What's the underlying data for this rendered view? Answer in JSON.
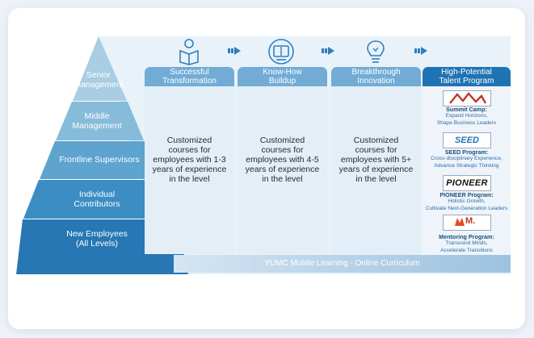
{
  "pyramid": {
    "tiers": [
      {
        "label": "Senior\nManagement"
      },
      {
        "label": "Middle\nManagement"
      },
      {
        "label": "Frontline Supervisors"
      },
      {
        "label": "Individual\nContributors"
      },
      {
        "label": "New Employees\n(All Levels)"
      }
    ]
  },
  "columns": [
    {
      "title": "Successful\nTransformation",
      "icon": "reading-person-icon",
      "text": "Customized\ncourses for\nemployees with 1-3\nyears of experience\nin the level"
    },
    {
      "title": "Know-How\nBuildup",
      "icon": "book-screen-icon",
      "text": "Customized\ncourses for\nemployees with 4-5\nyears of experience\nin the level"
    },
    {
      "title": "Breakthrough\nInnovation",
      "icon": "lightbulb-icon",
      "text": "Customized\ncourses for\nemployees with 5+\nyears of experience\nin the level"
    }
  ],
  "high_potential": {
    "title": "High-Potential\nTalent Program",
    "programs": [
      {
        "logo": "summit-camp-logo",
        "logo_text": "",
        "name": "Summit Camp:",
        "desc": "Expand Horizons,\nShape Business Leaders"
      },
      {
        "logo": "seed-logo",
        "logo_text": "SEED",
        "name": "SEED Program:",
        "desc": "Cross-disciplinary Experience,\nAdvance Strategic Thinking"
      },
      {
        "logo": "pioneer-logo",
        "logo_text": "PIONEER",
        "name": "PIONEER Program:",
        "desc": "Holistic Growth,\nCultivate Next-Generation Leaders"
      },
      {
        "logo": "mentoring-logo",
        "logo_text": "M.",
        "name": "Mentoring Program:",
        "desc": "Transcend Minds,\nAccelerate Transitions"
      }
    ]
  },
  "mobile_learning": {
    "label": "YUMC Mobile Learning - Online Curriculum"
  },
  "colors": {
    "tier1": "#a9cde3",
    "tier2": "#87bbda",
    "tier3": "#5ea4cf",
    "tier4": "#3b8dc3",
    "tier5": "#2677b3",
    "column_head": "#72acd6",
    "hp_head": "#1f73b3",
    "body_tint": "#e3eef7",
    "program_title": "#1d4f7a",
    "program_desc": "#2d6ca8"
  }
}
